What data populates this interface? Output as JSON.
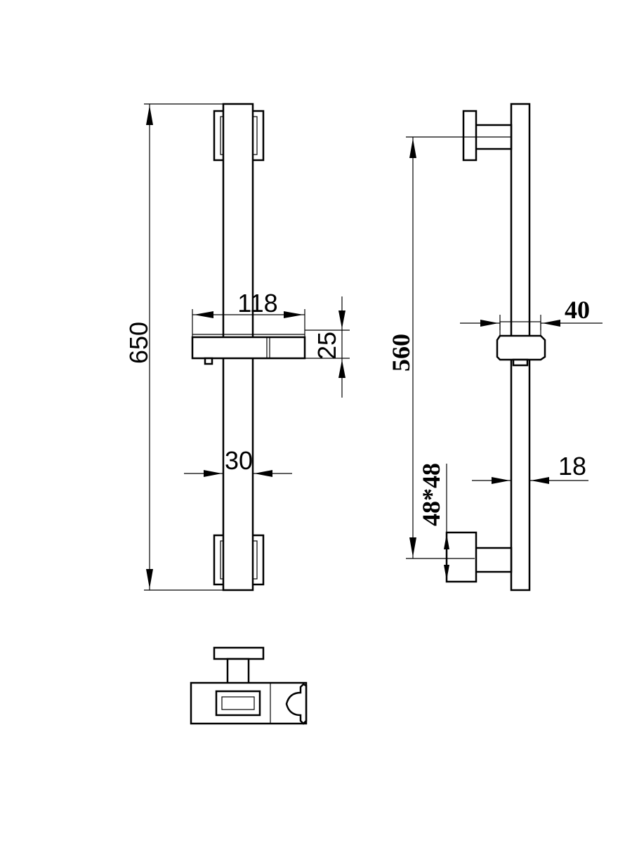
{
  "dimensions": {
    "overall_length": "650",
    "holder_width": "118",
    "holder_height": "25",
    "rail_width": "30",
    "bracket_spacing": "560",
    "holder_depth": "40",
    "rail_diameter": "18",
    "base_size": "48*48"
  }
}
